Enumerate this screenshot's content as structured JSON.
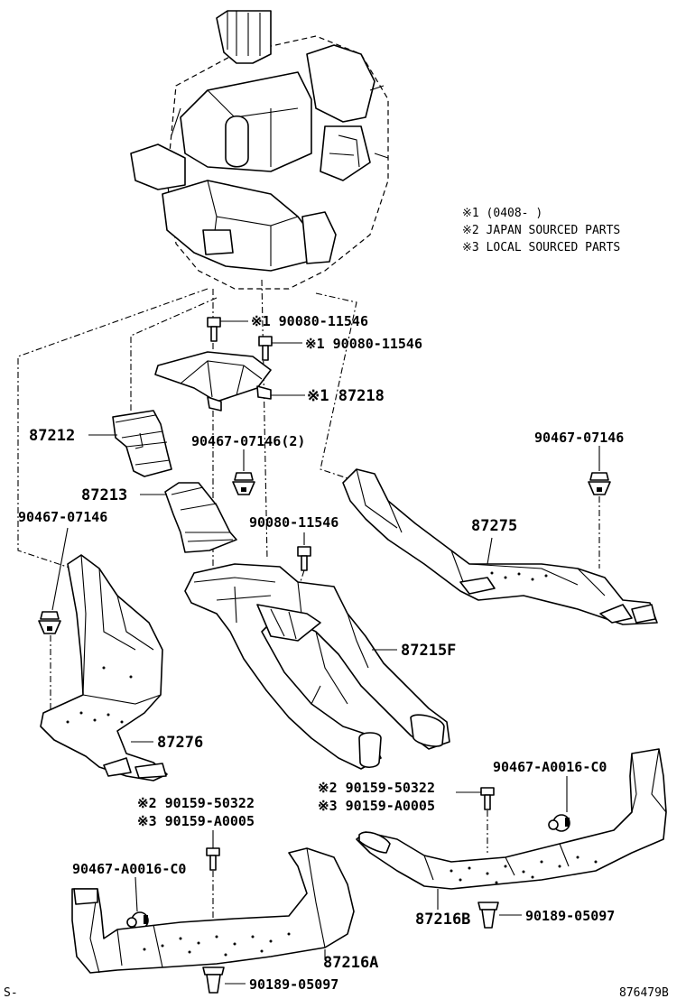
{
  "notes": {
    "note1": "※1 (0408-    )",
    "note2": "※2 JAPAN SOURCED PARTS",
    "note3": "※3 LOCAL SOURCED PARTS"
  },
  "labels": {
    "bolt_top_1": "※1 90080-11546",
    "bolt_top_2": "※1 90080-11546",
    "duct_87218": "※1 87218",
    "duct_87212": "87212",
    "clip_90467_2": "90467-07146(2)",
    "clip_right": "90467-07146",
    "duct_87213": "87213",
    "clip_left": "90467-07146",
    "bolt_mid": "90080-11546",
    "duct_87275": "87275",
    "duct_87215F": "87215F",
    "duct_87276": "87276",
    "screw_j_right": "※2 90159-50322",
    "screw_l_right": "※3 90159-A0005",
    "clip_a0016_right": "90467-A0016-C0",
    "screw_j_left": "※2 90159-50322",
    "screw_l_left": "※3 90159-A0005",
    "clip_a0016_left": "90467-A0016-C0",
    "clip_90189_right": "90189-05097",
    "duct_87216B": "87216B",
    "duct_87216A": "87216A",
    "clip_90189_left": "90189-05097"
  },
  "footer": {
    "left_code": "S-",
    "drawing_number": "876479B"
  }
}
